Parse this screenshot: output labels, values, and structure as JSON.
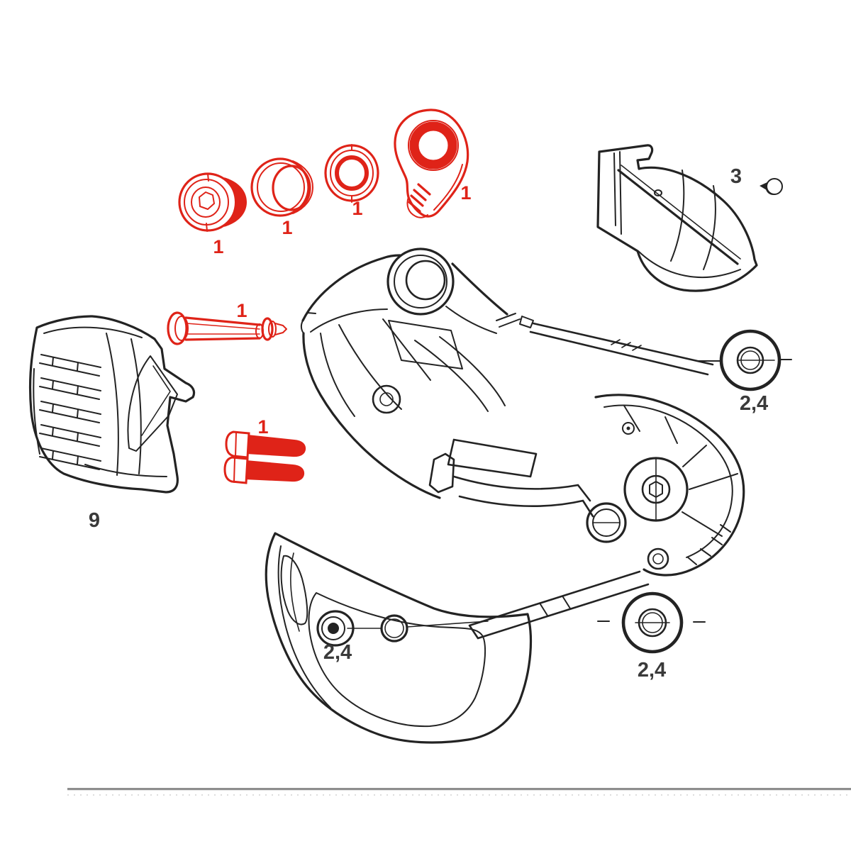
{
  "diagram": {
    "background": "#ffffff",
    "colors": {
      "highlight": "#df2318",
      "line": "#232323",
      "label": "#3a3a3a",
      "divider": "#8e8e8e"
    },
    "callouts": {
      "end_cap": "1",
      "barrel": "1",
      "bushing_ring": "1",
      "hanger": "1",
      "pivot_bolt": "1",
      "mount_bolts": "1",
      "cover": "3",
      "upper_pulley": "2,4",
      "guard": "9",
      "cage_bolt": "2,4",
      "lower_pulley": "2,4"
    }
  }
}
